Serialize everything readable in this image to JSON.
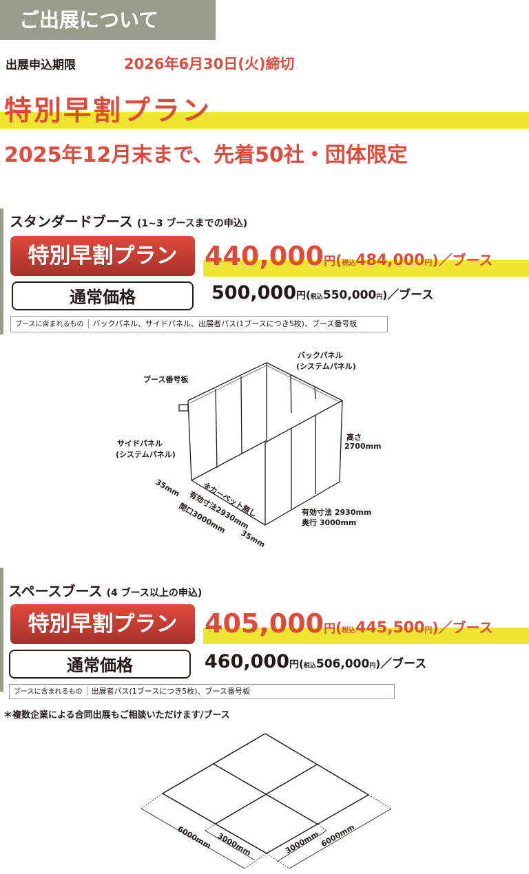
{
  "header": {
    "title": "ご出展について"
  },
  "deadline": {
    "label": "出展申込期限",
    "value": "2026年6月30日(火)締切"
  },
  "promo": {
    "title": "特別早割プラン",
    "condition": "2025年12月末まで、先着50社・団体限定"
  },
  "standard": {
    "title": "スタンダードブース",
    "note": "(1~3 ブースまでの申込)",
    "early_label": "特別早割プラン",
    "early_price": "440,000",
    "yen": "円",
    "tax_open": "(",
    "tax_label": "税込",
    "early_tax": "484,000",
    "tax_close": ")",
    "per": "／ブース",
    "normal_label": "通常価格",
    "normal_price": "500,000",
    "normal_tax": "550,000",
    "included_label": "ブースに含まれるもの",
    "included": "バックパネル、サイドパネル、出展者パス(1ブースにつき5枚)、ブース番号板",
    "diagram": {
      "sign": "ブース番号板",
      "back1": "バックパネル",
      "back2": "(システムパネル)",
      "side1": "サイドパネル",
      "side2": "(システムパネル)",
      "height1": "高さ",
      "height2": "2700mm",
      "eff": "有効寸法 2930mm",
      "depth": "奥行 3000mm",
      "d35a": "35mm",
      "d35b": "35mm",
      "carpet": "※カーペット無し",
      "eff2": "有効寸法2930mm",
      "width": "間口3000mm"
    }
  },
  "space": {
    "title": "スペースブース",
    "note": "(4 ブース以上の申込)",
    "early_label": "特別早割プラン",
    "early_price": "405,000",
    "yen": "円",
    "tax_open": "(",
    "tax_label": "税込",
    "early_tax": "445,500",
    "tax_close": ")",
    "per": "／ブース",
    "normal_label": "通常価格",
    "normal_price": "460,000",
    "normal_tax": "506,000",
    "included_label": "ブースに含まれるもの",
    "included": "出展者パス(1ブースにつき5枚)、ブース番号板",
    "footnote": "＊複数企業による合同出展もご相談いただけます/ブース",
    "diagram": {
      "w6000a": "6000mm",
      "w3000a": "3000mm",
      "w3000b": "3000mm",
      "w6000b": "6000mm"
    }
  },
  "colors": {
    "accent": "#e04a3c",
    "highlight": "#f0e630",
    "header": "#979c8b"
  }
}
